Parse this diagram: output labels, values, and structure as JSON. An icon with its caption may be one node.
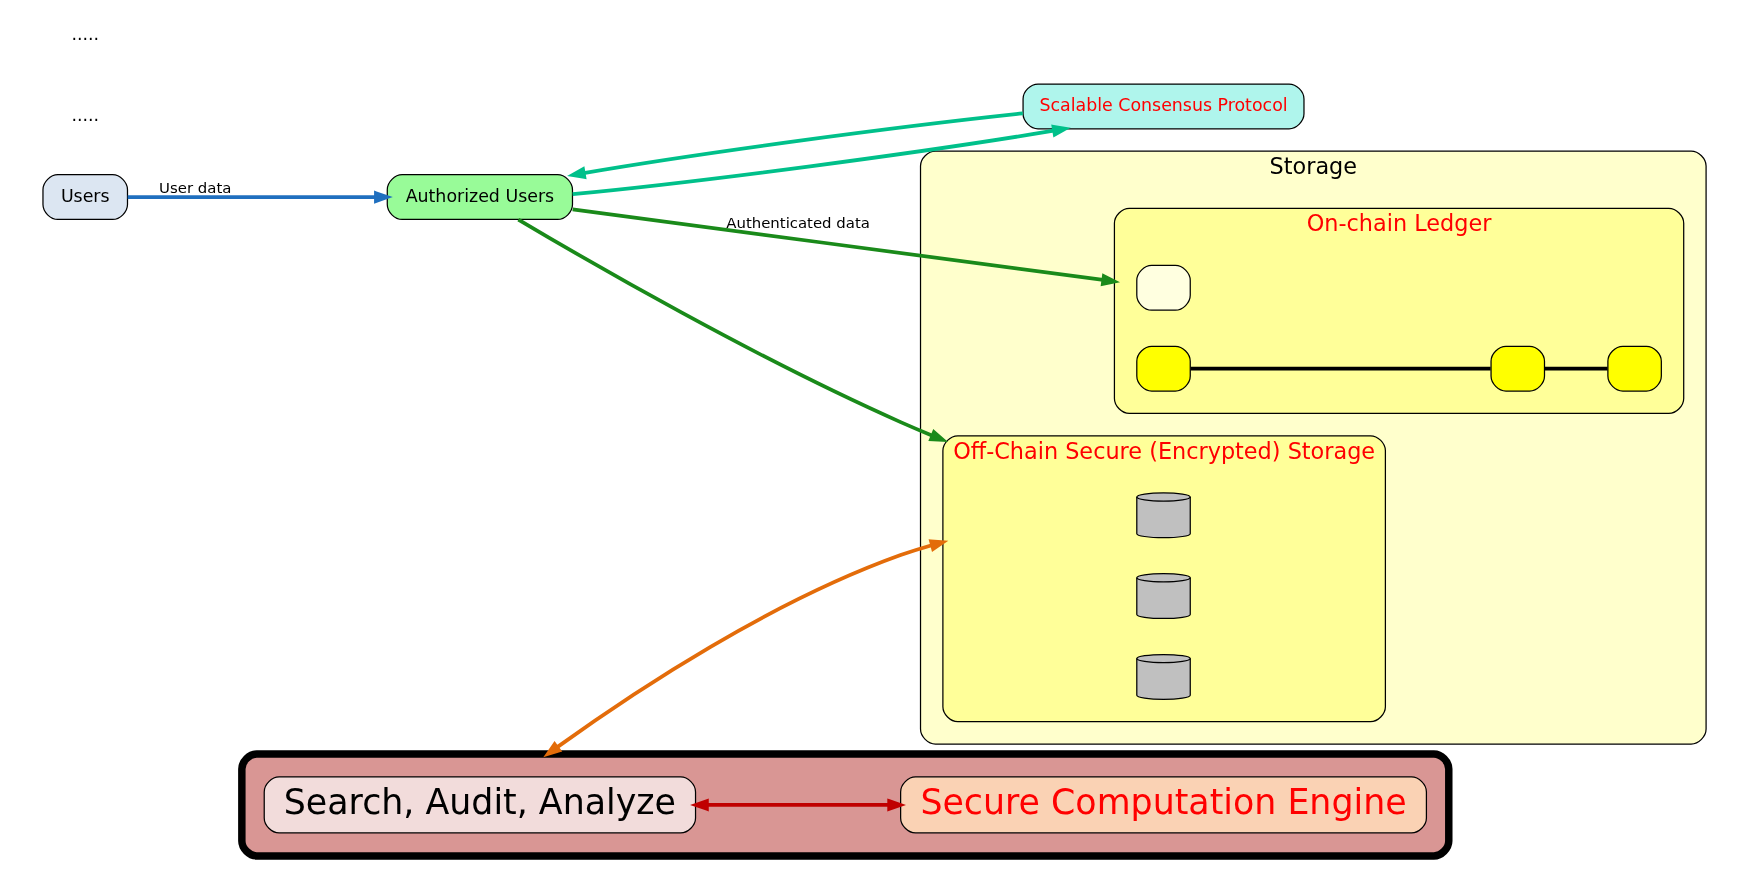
{
  "diagram": {
    "nodes": [
      {
        "text": [
          "Users"
        ]
      },
      {
        "text": [
          "Authorized Users"
        ]
      },
      {
        "text": [
          "Scalable Consensus Protocol"
        ]
      },
      {
        "text": [
          "Storage"
        ]
      },
      {
        "text": [
          "On-chain Ledger"
        ],
        "in": 3
      },
      {
        "text": [],
        "shape": "box",
        "in": 4
      },
      {
        "text": [],
        "shape": "box",
        "in": 4
      },
      {
        "text": [],
        "shape": "box",
        "in": 4
      },
      {
        "text": [],
        "shape": "box",
        "in": 4
      },
      {
        "text": [
          "Off-Chain Secure (Encrypted) Storage"
        ],
        "in": 3
      },
      {
        "text": [],
        "shape": "cylinder",
        "in": 9
      },
      {
        "text": [],
        "shape": "cylinder",
        "in": 9
      },
      {
        "text": [],
        "shape": "cylinder",
        "in": 9
      },
      {
        "text": [],
        "shape": "box"
      },
      {
        "text": [
          "Search, Audit, Analyze"
        ],
        "in": 13
      },
      {
        "text": [
          "Secure Computation Engine"
        ],
        "in": 13
      }
    ],
    "edges": [
      {
        "from": 0,
        "to": 1,
        "arrow": "to",
        "label": "User data",
        "color": "#1f6fbf"
      },
      {
        "from": 1,
        "to": 2,
        "arrow": "to",
        "color": "#00c08a"
      },
      {
        "from": 2,
        "to": 1,
        "arrow": "to",
        "color": "#00c08a"
      },
      {
        "from": 1,
        "to": 4,
        "arrow": "to",
        "label": "Authenticated data",
        "color": "#1a8a1a"
      },
      {
        "from": 1,
        "to": 9,
        "arrow": "to",
        "color": "#1a8a1a"
      },
      {
        "from": 7,
        "to": 8,
        "arrow": "none",
        "color": "#000000"
      },
      {
        "from": 6,
        "to": 7,
        "arrow": "none",
        "color": "#000000"
      },
      {
        "from": 14,
        "to": 15,
        "arrow": "both",
        "color": "#c00000"
      },
      {
        "from": 13,
        "to": 9,
        "arrow": "both",
        "color": "#e36c0a"
      }
    ],
    "labels": [
      ".....",
      "....."
    ]
  }
}
